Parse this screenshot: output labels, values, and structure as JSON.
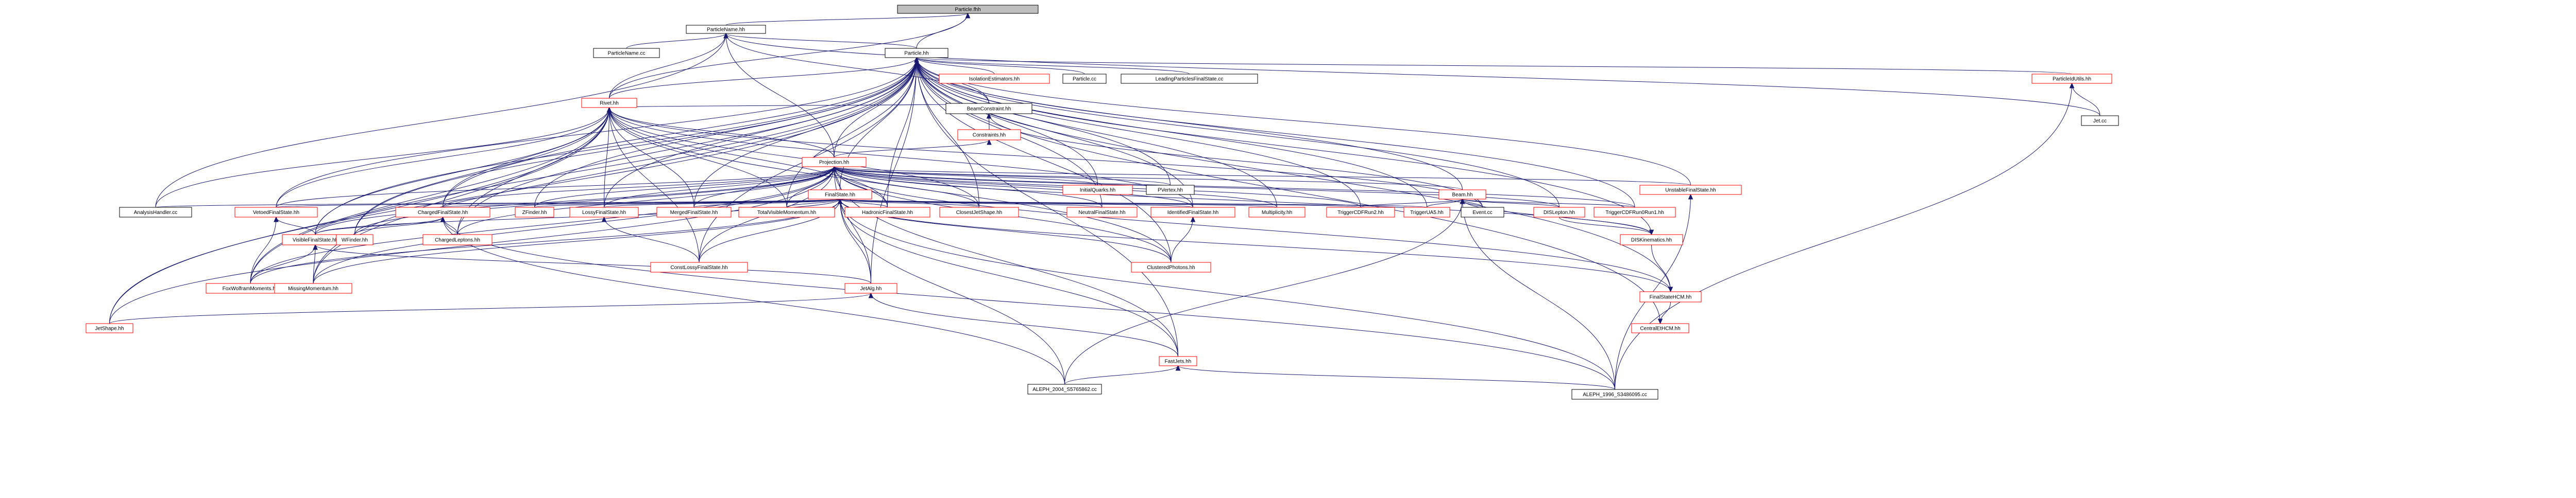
{
  "nodes": [
    {
      "id": "particle_fhh",
      "label": "Particle.fhh",
      "style": "root"
    },
    {
      "id": "particlename_hh",
      "label": "ParticleName.hh",
      "style": "plain"
    },
    {
      "id": "particlename_cc",
      "label": "ParticleName.cc",
      "style": "plain"
    },
    {
      "id": "particle_hh",
      "label": "Particle.hh",
      "style": "plain"
    },
    {
      "id": "rivet_hh",
      "label": "Rivet.hh",
      "style": "red"
    },
    {
      "id": "isolation_hh",
      "label": "IsolationEstimators.hh",
      "style": "red"
    },
    {
      "id": "particle_cc",
      "label": "Particle.cc",
      "style": "plain"
    },
    {
      "id": "leadingparticles_cc",
      "label": "LeadingParticlesFinalState.cc",
      "style": "plain"
    },
    {
      "id": "particleidutils_hh",
      "label": "ParticleIdUtils.hh",
      "style": "red"
    },
    {
      "id": "jet_cc",
      "label": "Jet.cc",
      "style": "plain"
    },
    {
      "id": "beamconstraint_hh",
      "label": "BeamConstraint.hh",
      "style": "plain"
    },
    {
      "id": "constraints_hh",
      "label": "Constraints.hh",
      "style": "red"
    },
    {
      "id": "projection_hh",
      "label": "Projection.hh",
      "style": "red"
    },
    {
      "id": "initialquarks_hh",
      "label": "InitialQuarks.hh",
      "style": "red"
    },
    {
      "id": "pvertex_hh",
      "label": "PVertex.hh",
      "style": "plain"
    },
    {
      "id": "unstablefinalstate_hh",
      "label": "UnstableFinalState.hh",
      "style": "red"
    },
    {
      "id": "finalstate_hh",
      "label": "FinalState.hh",
      "style": "red"
    },
    {
      "id": "beam_hh",
      "label": "Beam.hh",
      "style": "red"
    },
    {
      "id": "analysishandler_cc",
      "label": "AnalysisHandler.cc",
      "style": "plain"
    },
    {
      "id": "vetoedfinalstate_hh",
      "label": "VetoedFinalState.hh",
      "style": "red"
    },
    {
      "id": "chargedfinalstate_hh",
      "label": "ChargedFinalState.hh",
      "style": "red"
    },
    {
      "id": "zfinder_hh",
      "label": "ZFinder.hh",
      "style": "red"
    },
    {
      "id": "lossyfinalstate_hh",
      "label": "LossyFinalState.hh",
      "style": "red"
    },
    {
      "id": "mergedfinalstate_hh",
      "label": "MergedFinalState.hh",
      "style": "red"
    },
    {
      "id": "totalvisiblemomentum_hh",
      "label": "TotalVisibleMomentum.hh",
      "style": "red"
    },
    {
      "id": "hadronicfinalstate_hh",
      "label": "HadronicFinalState.hh",
      "style": "red"
    },
    {
      "id": "closestjetshape_hh",
      "label": "ClosestJetShape.hh",
      "style": "red"
    },
    {
      "id": "neutralfinalstate_hh",
      "label": "NeutralFinalState.hh",
      "style": "red"
    },
    {
      "id": "identifiedfinalstate_hh",
      "label": "IdentifiedFinalState.hh",
      "style": "red"
    },
    {
      "id": "multiplicity_hh",
      "label": "Multiplicity.hh",
      "style": "red"
    },
    {
      "id": "triggercdfrun2_hh",
      "label": "TriggerCDFRun2.hh",
      "style": "red"
    },
    {
      "id": "triggerua5_hh",
      "label": "TriggerUA5.hh",
      "style": "red"
    },
    {
      "id": "event_cc",
      "label": "Event.cc",
      "style": "plain"
    },
    {
      "id": "dislepton_hh",
      "label": "DISLepton.hh",
      "style": "red"
    },
    {
      "id": "triggercdfrun0run1_hh",
      "label": "TriggerCDFRun0Run1.hh",
      "style": "red"
    },
    {
      "id": "chargedleptons_hh",
      "label": "ChargedLeptons.hh",
      "style": "red"
    },
    {
      "id": "visiblefinalstate_hh",
      "label": "VisibleFinalState.hh",
      "style": "red"
    },
    {
      "id": "wfinder_hh",
      "label": "WFinder.hh",
      "style": "red"
    },
    {
      "id": "constlossyfinalstate_hh",
      "label": "ConstLossyFinalState.hh",
      "style": "red"
    },
    {
      "id": "clusteredphotons_hh",
      "label": "ClusteredPhotons.hh",
      "style": "red"
    },
    {
      "id": "diskinematics_hh",
      "label": "DISKinematics.hh",
      "style": "red"
    },
    {
      "id": "foxwolfram_hh",
      "label": "FoxWolframMoments.hh",
      "style": "red"
    },
    {
      "id": "missingmomentum_hh",
      "label": "MissingMomentum.hh",
      "style": "red"
    },
    {
      "id": "jetalg_hh",
      "label": "JetAlg.hh",
      "style": "red"
    },
    {
      "id": "finalstatehcm_hh",
      "label": "FinalStateHCM.hh",
      "style": "red"
    },
    {
      "id": "jetshape_hh",
      "label": "JetShape.hh",
      "style": "red"
    },
    {
      "id": "centraletHCM_hh",
      "label": "CentralEtHCM.hh",
      "style": "red"
    },
    {
      "id": "fastjets_hh",
      "label": "FastJets.hh",
      "style": "red"
    },
    {
      "id": "aleph2004_cc",
      "label": "ALEPH_2004_S5765862.cc",
      "style": "plain"
    },
    {
      "id": "aleph1996_cc",
      "label": "ALEPH_1996_S3486095.cc",
      "style": "plain"
    }
  ],
  "edges": [
    [
      "particlename_hh",
      "particle_fhh"
    ],
    [
      "particle_hh",
      "particle_fhh"
    ],
    [
      "rivet_hh",
      "particle_fhh"
    ],
    [
      "particlename_cc",
      "particlename_hh"
    ],
    [
      "particle_hh",
      "particlename_hh"
    ],
    [
      "rivet_hh",
      "particlename_hh"
    ],
    [
      "projection_hh",
      "particlename_hh"
    ],
    [
      "beamconstraint_hh",
      "particlename_hh"
    ],
    [
      "analysishandler_cc",
      "particlename_hh"
    ],
    [
      "jet_cc",
      "particlename_hh"
    ],
    [
      "rivet_hh",
      "particle_hh"
    ],
    [
      "isolation_hh",
      "particle_hh"
    ],
    [
      "particle_cc",
      "particle_hh"
    ],
    [
      "leadingparticles_cc",
      "particle_hh"
    ],
    [
      "particleidutils_hh",
      "particle_hh"
    ],
    [
      "beamconstraint_hh",
      "particle_hh"
    ],
    [
      "projection_hh",
      "particle_hh"
    ],
    [
      "finalstate_hh",
      "particle_hh"
    ],
    [
      "beam_hh",
      "particle_hh"
    ],
    [
      "unstablefinalstate_hh",
      "particle_hh"
    ],
    [
      "pvertex_hh",
      "particle_hh"
    ],
    [
      "initialquarks_hh",
      "particle_hh"
    ],
    [
      "zfinder_hh",
      "particle_hh"
    ],
    [
      "lossyfinalstate_hh",
      "particle_hh"
    ],
    [
      "mergedfinalstate_hh",
      "particle_hh"
    ],
    [
      "totalvisiblemomentum_hh",
      "particle_hh"
    ],
    [
      "hadronicfinalstate_hh",
      "particle_hh"
    ],
    [
      "closestjetshape_hh",
      "particle_hh"
    ],
    [
      "neutralfinalstate_hh",
      "particle_hh"
    ],
    [
      "identifiedfinalstate_hh",
      "particle_hh"
    ],
    [
      "multiplicity_hh",
      "particle_hh"
    ],
    [
      "triggercdfrun2_hh",
      "particle_hh"
    ],
    [
      "triggerua5_hh",
      "particle_hh"
    ],
    [
      "triggercdfrun0run1_hh",
      "particle_hh"
    ],
    [
      "diskinematics_hh",
      "particle_hh"
    ],
    [
      "dislepton_hh",
      "particle_hh"
    ],
    [
      "finalstatehcm_hh",
      "particle_hh"
    ],
    [
      "centraletHCM_hh",
      "particle_hh"
    ],
    [
      "clusteredphotons_hh",
      "particle_hh"
    ],
    [
      "chargedfinalstate_hh",
      "particle_hh"
    ],
    [
      "vetoedfinalstate_hh",
      "particle_hh"
    ],
    [
      "visiblefinalstate_hh",
      "particle_hh"
    ],
    [
      "foxwolfram_hh",
      "particle_hh"
    ],
    [
      "missingmomentum_hh",
      "particle_hh"
    ],
    [
      "jetshape_hh",
      "particle_hh"
    ],
    [
      "fastjets_hh",
      "particle_hh"
    ],
    [
      "constlossyfinalstate_hh",
      "particle_hh"
    ],
    [
      "chargedleptons_hh",
      "particle_hh"
    ],
    [
      "wfinder_hh",
      "particle_hh"
    ],
    [
      "jetalg_hh",
      "particle_hh"
    ],
    [
      "jet_cc",
      "particleidutils_hh"
    ],
    [
      "aleph1996_cc",
      "particleidutils_hh"
    ],
    [
      "beamconstraint_hh",
      "rivet_hh"
    ],
    [
      "projection_hh",
      "rivet_hh"
    ],
    [
      "analysishandler_cc",
      "rivet_hh"
    ],
    [
      "vetoedfinalstate_hh",
      "rivet_hh"
    ],
    [
      "chargedfinalstate_hh",
      "rivet_hh"
    ],
    [
      "lossyfinalstate_hh",
      "rivet_hh"
    ],
    [
      "mergedfinalstate_hh",
      "rivet_hh"
    ],
    [
      "totalvisiblemomentum_hh",
      "rivet_hh"
    ],
    [
      "hadronicfinalstate_hh",
      "rivet_hh"
    ],
    [
      "closestjetshape_hh",
      "rivet_hh"
    ],
    [
      "identifiedfinalstate_hh",
      "rivet_hh"
    ],
    [
      "visiblefinalstate_hh",
      "rivet_hh"
    ],
    [
      "wfinder_hh",
      "rivet_hh"
    ],
    [
      "foxwolfram_hh",
      "rivet_hh"
    ],
    [
      "missingmomentum_hh",
      "rivet_hh"
    ],
    [
      "jetshape_hh",
      "rivet_hh"
    ],
    [
      "chargedleptons_hh",
      "rivet_hh"
    ],
    [
      "constlossyfinalstate_hh",
      "rivet_hh"
    ],
    [
      "clusteredphotons_hh",
      "rivet_hh"
    ],
    [
      "event_cc",
      "rivet_hh"
    ],
    [
      "constraints_hh",
      "beamconstraint_hh"
    ],
    [
      "event_cc",
      "beamconstraint_hh"
    ],
    [
      "projection_hh",
      "constraints_hh"
    ],
    [
      "initialquarks_hh",
      "projection_hh"
    ],
    [
      "pvertex_hh",
      "projection_hh"
    ],
    [
      "unstablefinalstate_hh",
      "projection_hh"
    ],
    [
      "finalstate_hh",
      "projection_hh"
    ],
    [
      "beam_hh",
      "projection_hh"
    ],
    [
      "vetoedfinalstate_hh",
      "projection_hh"
    ],
    [
      "chargedfinalstate_hh",
      "projection_hh"
    ],
    [
      "zfinder_hh",
      "projection_hh"
    ],
    [
      "lossyfinalstate_hh",
      "projection_hh"
    ],
    [
      "mergedfinalstate_hh",
      "projection_hh"
    ],
    [
      "totalvisiblemomentum_hh",
      "projection_hh"
    ],
    [
      "hadronicfinalstate_hh",
      "projection_hh"
    ],
    [
      "closestjetshape_hh",
      "projection_hh"
    ],
    [
      "neutralfinalstate_hh",
      "projection_hh"
    ],
    [
      "identifiedfinalstate_hh",
      "projection_hh"
    ],
    [
      "multiplicity_hh",
      "projection_hh"
    ],
    [
      "triggercdfrun2_hh",
      "projection_hh"
    ],
    [
      "triggercdfrun0run1_hh",
      "projection_hh"
    ],
    [
      "visiblefinalstate_hh",
      "projection_hh"
    ],
    [
      "wfinder_hh",
      "projection_hh"
    ],
    [
      "foxwolfram_hh",
      "projection_hh"
    ],
    [
      "missingmomentum_hh",
      "projection_hh"
    ],
    [
      "jetshape_hh",
      "projection_hh"
    ],
    [
      "jetalg_hh",
      "projection_hh"
    ],
    [
      "chargedleptons_hh",
      "projection_hh"
    ],
    [
      "constlossyfinalstate_hh",
      "projection_hh"
    ],
    [
      "clusteredphotons_hh",
      "projection_hh"
    ],
    [
      "diskinematics_hh",
      "projection_hh"
    ],
    [
      "dislepton_hh",
      "projection_hh"
    ],
    [
      "finalstatehcm_hh",
      "projection_hh"
    ],
    [
      "fastjets_hh",
      "projection_hh"
    ],
    [
      "analysishandler_cc",
      "finalstate_hh"
    ],
    [
      "vetoedfinalstate_hh",
      "finalstate_hh"
    ],
    [
      "chargedfinalstate_hh",
      "finalstate_hh"
    ],
    [
      "zfinder_hh",
      "finalstate_hh"
    ],
    [
      "lossyfinalstate_hh",
      "finalstate_hh"
    ],
    [
      "mergedfinalstate_hh",
      "finalstate_hh"
    ],
    [
      "totalvisiblemomentum_hh",
      "finalstate_hh"
    ],
    [
      "hadronicfinalstate_hh",
      "finalstate_hh"
    ],
    [
      "closestjetshape_hh",
      "finalstate_hh"
    ],
    [
      "neutralfinalstate_hh",
      "finalstate_hh"
    ],
    [
      "identifiedfinalstate_hh",
      "finalstate_hh"
    ],
    [
      "multiplicity_hh",
      "finalstate_hh"
    ],
    [
      "triggercdfrun2_hh",
      "finalstate_hh"
    ],
    [
      "triggerua5_hh",
      "finalstate_hh"
    ],
    [
      "visiblefinalstate_hh",
      "finalstate_hh"
    ],
    [
      "constlossyfinalstate_hh",
      "finalstate_hh"
    ],
    [
      "clusteredphotons_hh",
      "finalstate_hh"
    ],
    [
      "foxwolfram_hh",
      "finalstate_hh"
    ],
    [
      "missingmomentum_hh",
      "finalstate_hh"
    ],
    [
      "jetalg_hh",
      "finalstate_hh"
    ],
    [
      "finalstatehcm_hh",
      "finalstate_hh"
    ],
    [
      "fastjets_hh",
      "finalstate_hh"
    ],
    [
      "aleph2004_cc",
      "finalstate_hh"
    ],
    [
      "aleph1996_cc",
      "finalstate_hh"
    ],
    [
      "triggercdfrun2_hh",
      "beam_hh"
    ],
    [
      "triggerua5_hh",
      "beam_hh"
    ],
    [
      "event_cc",
      "beam_hh"
    ],
    [
      "dislepton_hh",
      "beam_hh"
    ],
    [
      "triggercdfrun0run1_hh",
      "beam_hh"
    ],
    [
      "diskinematics_hh",
      "beam_hh"
    ],
    [
      "aleph2004_cc",
      "beam_hh"
    ],
    [
      "aleph1996_cc",
      "beam_hh"
    ],
    [
      "aleph1996_cc",
      "unstablefinalstate_hh"
    ],
    [
      "visiblefinalstate_hh",
      "vetoedfinalstate_hh"
    ],
    [
      "foxwolfram_hh",
      "vetoedfinalstate_hh"
    ],
    [
      "chargedleptons_hh",
      "chargedfinalstate_hh"
    ],
    [
      "wfinder_hh",
      "chargedfinalstate_hh"
    ],
    [
      "visiblefinalstate_hh",
      "chargedfinalstate_hh"
    ],
    [
      "aleph2004_cc",
      "chargedfinalstate_hh"
    ],
    [
      "aleph1996_cc",
      "chargedfinalstate_hh"
    ],
    [
      "constlossyfinalstate_hh",
      "lossyfinalstate_hh"
    ],
    [
      "clusteredphotons_hh",
      "identifiedfinalstate_hh"
    ],
    [
      "foxwolfram_hh",
      "visiblefinalstate_hh"
    ],
    [
      "missingmomentum_hh",
      "visiblefinalstate_hh"
    ],
    [
      "jetalg_hh",
      "visiblefinalstate_hh"
    ],
    [
      "dislepton_hh",
      "diskinematics_hh"
    ],
    [
      "diskinematics_hh",
      "finalstatehcm_hh"
    ],
    [
      "finalstatehcm_hh",
      "centraletHCM_hh"
    ],
    [
      "jetshape_hh",
      "jetalg_hh"
    ],
    [
      "fastjets_hh",
      "jetalg_hh"
    ],
    [
      "aleph2004_cc",
      "fastjets_hh"
    ],
    [
      "aleph1996_cc",
      "fastjets_hh"
    ]
  ]
}
